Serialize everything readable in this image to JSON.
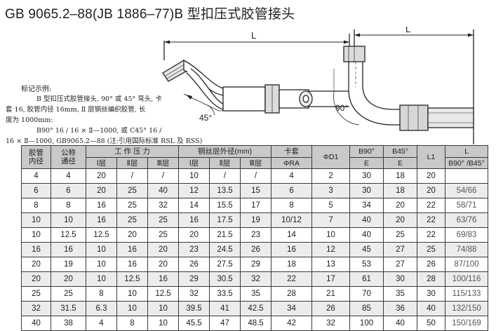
{
  "title": "GB 9065.2–88(JB 1886–77)B 型扣压式胶管接头",
  "drawing": {
    "length_label_left": "L",
    "angle_45": "45°",
    "length_label_right": "L",
    "angle_90": "90°"
  },
  "example": {
    "label": "标记示例:",
    "lines": [
      "B 型扣压式胶管接头, 90° 或 45° 弯头, 卡",
      "套 16, 胶管内径 16mm, Ⅱ 层钢丝编织胶管, 长",
      "度为 1000mm:",
      "B90° 16 / 16 × Ⅱ—1000, 或 C45° 16 /",
      "16 × Ⅱ—1000, GB9065.2—88 (注:引用国际标准 RSL 及 RSS)"
    ]
  },
  "table": {
    "headers": {
      "hose_id": "胶管\n内径",
      "nominal": "公称\n通径",
      "working_pressure": "工 作 压 力",
      "wire_layer_od": "钢丝层外径(mm)",
      "sleeve": "卡套",
      "sleeve_sub": "ΦRA",
      "d1": "ΦD1",
      "b90": "B90°",
      "b45": "B45°",
      "e": "E",
      "l1": "L1",
      "l_top": "L",
      "l_bottom": "B90° /B45°",
      "layer1": "Ⅰ层",
      "layer2": "Ⅱ层",
      "layer3": "Ⅲ层"
    },
    "rows": [
      [
        "4",
        "4",
        "20",
        "/",
        "/",
        "10",
        "/",
        "/",
        "4",
        "2",
        "30",
        "18",
        "20",
        ""
      ],
      [
        "6",
        "6",
        "20",
        "25",
        "40",
        "12",
        "13.5",
        "15",
        "6",
        "3",
        "30",
        "18",
        "20",
        "54/66"
      ],
      [
        "8",
        "8",
        "16",
        "25",
        "32",
        "14",
        "15.5",
        "17",
        "8",
        "5",
        "34",
        "20",
        "22",
        "58/71"
      ],
      [
        "10",
        "10",
        "16",
        "25",
        "25",
        "16",
        "17.5",
        "19",
        "10/12",
        "7",
        "40",
        "20",
        "22",
        "63/76"
      ],
      [
        "10",
        "12.5",
        "12.5",
        "20",
        "25",
        "20",
        "21.5",
        "23",
        "14",
        "10",
        "40",
        "25",
        "22",
        "69/83"
      ],
      [
        "16",
        "16",
        "10",
        "16",
        "20",
        "23",
        "24.5",
        "26",
        "16",
        "12",
        "45",
        "27",
        "25",
        "74/88"
      ],
      [
        "20",
        "19",
        "10",
        "16",
        "20",
        "26",
        "27.5",
        "29",
        "18",
        "13",
        "53",
        "27",
        "26",
        "87/100"
      ],
      [
        "20",
        "20",
        "10",
        "12.5",
        "16",
        "29",
        "30.5",
        "32",
        "22",
        "17",
        "61",
        "30",
        "28",
        "100/116"
      ],
      [
        "25",
        "25",
        "8",
        "10",
        "12.5",
        "32",
        "33.5",
        "35",
        "28",
        "21",
        "70",
        "35",
        "30",
        "115/133"
      ],
      [
        "32",
        "31.5",
        "6.3",
        "10",
        "10",
        "39.5",
        "41",
        "42.5",
        "34",
        "26",
        "85",
        "36",
        "40",
        "132/150"
      ],
      [
        "40",
        "38",
        "4",
        "8",
        "10",
        "45.5",
        "47",
        "48.5",
        "42",
        "32",
        "100",
        "40",
        "50",
        "150/169"
      ]
    ]
  }
}
